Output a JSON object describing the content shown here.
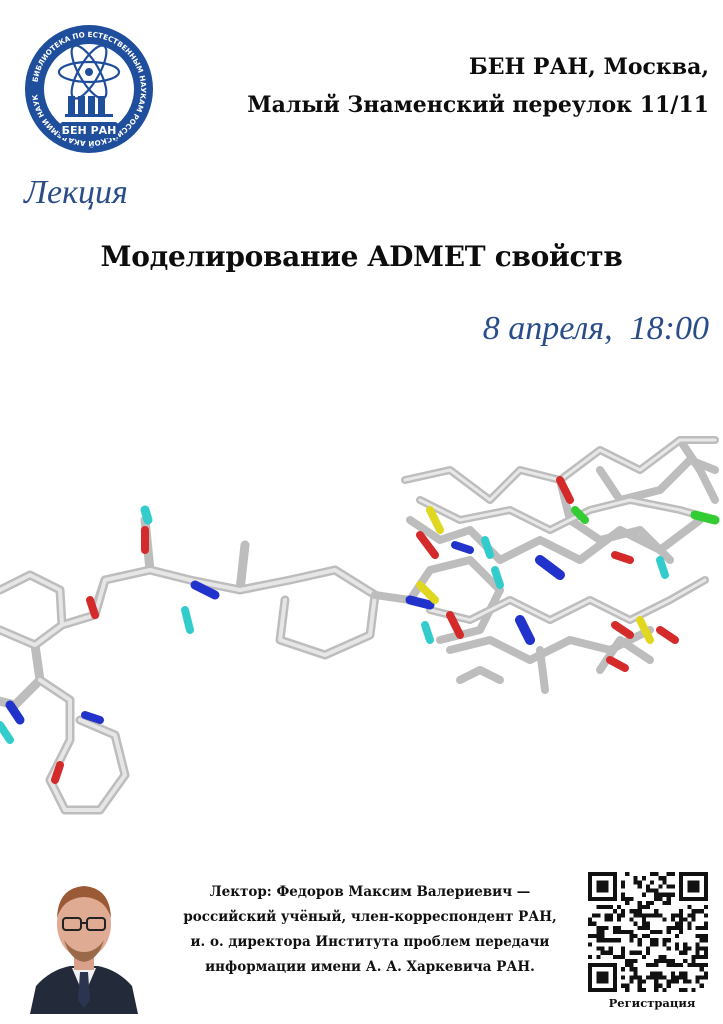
{
  "logo": {
    "ring_text": "БИБЛИОТЕКА ПО ЕСТЕСТВЕННЫМ НАУКАМ РОССИЙСКОЙ АКАДЕМИИ НАУК",
    "badge": "БЕН РАН",
    "color": "#1f4e9c"
  },
  "address": {
    "line1": "БЕН РАН, Москва,",
    "line2": "Малый Знаменский переулок 11/11"
  },
  "lecture_label": "Лекция",
  "title": "Моделирование ADMET свойств",
  "datetime": "8 апреля,  18:00",
  "lecturer": {
    "line1": "Лектор: Федоров Максим Валериевич —",
    "line2": "российский учёный, член-корреспондент РАН,",
    "line3": "и. о. директора Института проблем передачи",
    "line4": "информации имени А. А. Харкевича РАН."
  },
  "qr": {
    "caption": "Регистрация"
  },
  "colors": {
    "accent": "#2a4d8a",
    "stick": "#c9c9c9",
    "nitrogen": "#2233cc",
    "oxygen": "#d42a2a",
    "hydrogen": "#33cccc",
    "sulfur": "#e0d820",
    "chlorine": "#33cc33"
  }
}
